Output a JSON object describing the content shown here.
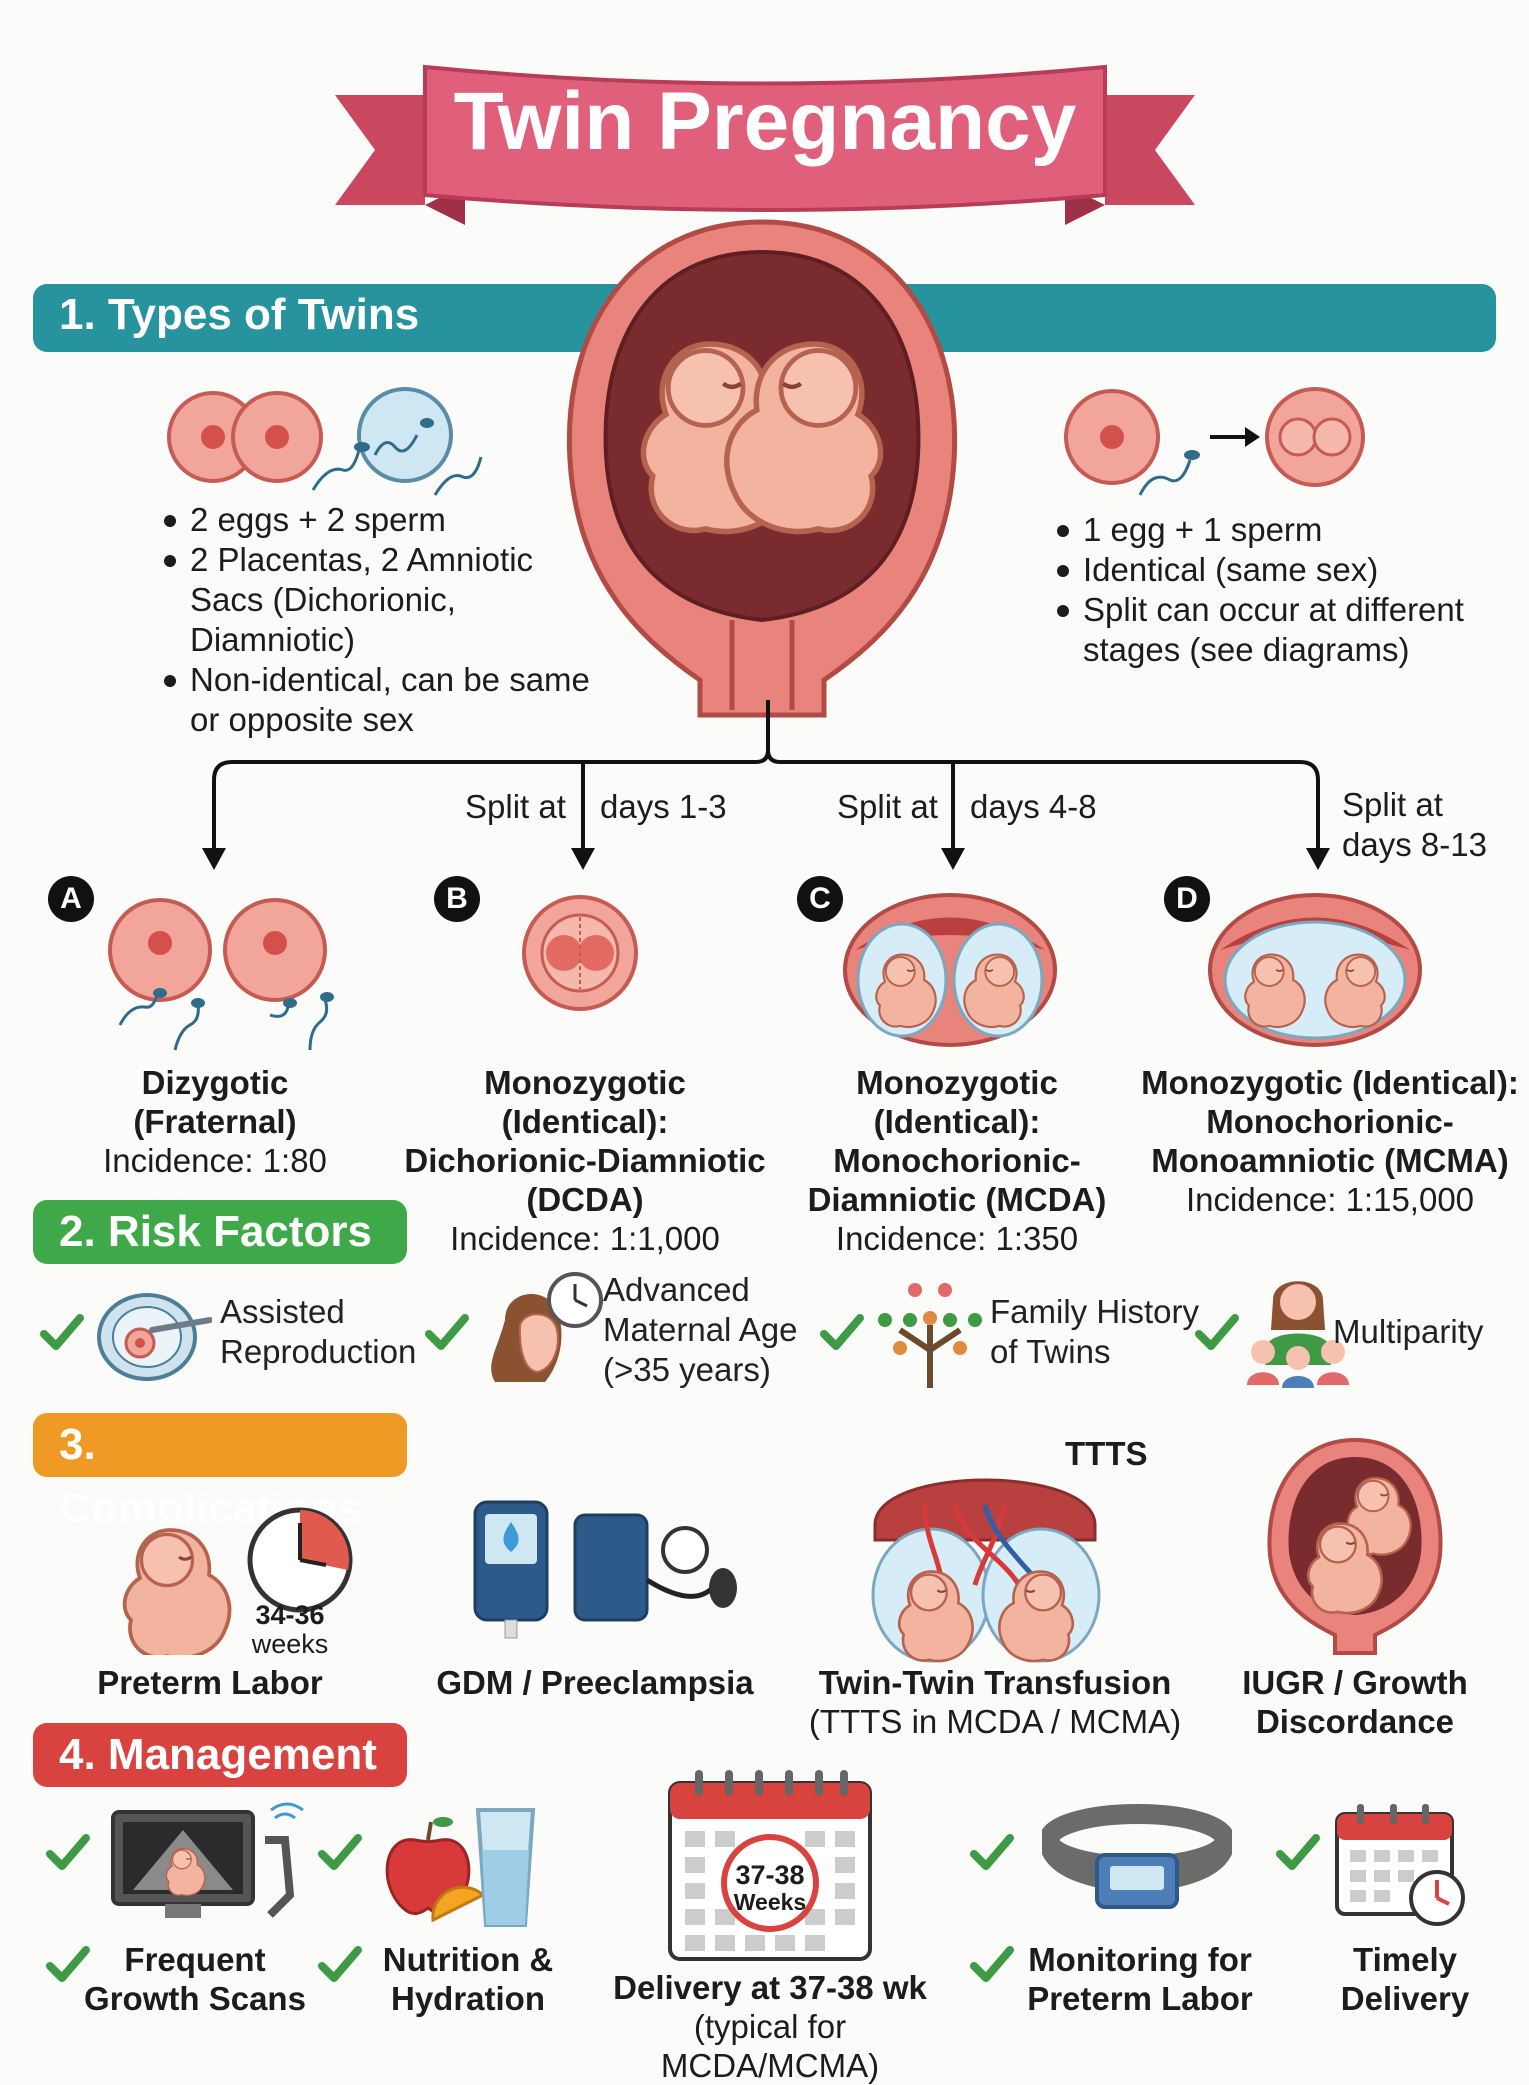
{
  "title": "Twin Pregnancy",
  "colors": {
    "banner": "#e0607c",
    "teal": "#27939c",
    "green": "#3fa94a",
    "orange": "#ef9a25",
    "red": "#d8423f",
    "check": "#3e9a45",
    "skin": "#f3b49f",
    "uterus": "#e8847c"
  },
  "sections": {
    "types": "1. Types of Twins",
    "risk": "2. Risk Factors",
    "complications": "3. Complications",
    "management": "4. Management"
  },
  "left_bullets": [
    "2 eggs + 2 sperm",
    "2 Placentas, 2 Amniotic Sacs (Dichorionic, Diamniotic)",
    "Non-identical, can be same or opposite sex"
  ],
  "right_bullets": [
    "1 egg + 1 sperm",
    "Identical (same sex)",
    "Split can occur at different stages (see diagrams)"
  ],
  "splits": {
    "b_pre": "Split at",
    "b_days": "days 1-3",
    "c_pre": "Split at",
    "c_days": "days 4-8",
    "d_line1": "Split at",
    "d_line2": "days 8-13"
  },
  "types": [
    {
      "letter": "A",
      "line1": "Dizygotic",
      "line2": "(Fraternal)",
      "line3": "",
      "incidence": "Incidence: 1:80"
    },
    {
      "letter": "B",
      "line1": "Monozygotic (Identical):",
      "line2": "Dichorionic-Diamniotic",
      "line3": "(DCDA)",
      "incidence": "Incidence: 1:1,000"
    },
    {
      "letter": "C",
      "line1": "Monozygotic (Identical):",
      "line2": "Monochorionic-",
      "line3": "Diamniotic (MCDA)",
      "incidence": "Incidence: 1:350"
    },
    {
      "letter": "D",
      "line1": "Monozygotic (Identical):",
      "line2": "Monochorionic-",
      "line3": "Monoamniotic (MCMA)",
      "incidence": "Incidence: 1:15,000"
    }
  ],
  "risk_factors": [
    {
      "line1": "Assisted",
      "line2": "Reproduction",
      "line3": "",
      "icon": "ivf-dish-icon"
    },
    {
      "line1": "Advanced",
      "line2": "Maternal Age",
      "line3": "(>35 years)",
      "icon": "woman-clock-icon"
    },
    {
      "line1": "Family History",
      "line2": "of Twins",
      "line3": "",
      "icon": "family-tree-icon"
    },
    {
      "line1": "Multiparity",
      "line2": "",
      "line3": "",
      "icon": "mother-children-icon"
    }
  ],
  "complications": [
    {
      "label": "Preterm Labor",
      "sub": "",
      "note1": "34-36",
      "note2": "weeks",
      "icon": "fetus-clock-icon"
    },
    {
      "label": "GDM / Preeclampsia",
      "sub": "",
      "icon": "glucometer-bp-cuff-icon"
    },
    {
      "label": "Twin-Twin Transfusion",
      "sub": "(TTTS in MCDA / MCMA)",
      "tag": "TTTS",
      "icon": "placenta-vessels-icon"
    },
    {
      "label": "IUGR / Growth",
      "sub": "Discordance",
      "icon": "uterus-twins-icon"
    }
  ],
  "management": [
    {
      "line1": "Frequent",
      "line2": "Growth Scans",
      "icon": "ultrasound-icon"
    },
    {
      "line1": "Nutrition &",
      "line2": "Hydration",
      "icon": "apple-water-icon"
    },
    {
      "line1": "Delivery at 37-38 wk",
      "line2": "(typical for MCDA/MCMA)",
      "cal1": "37-38",
      "cal2": "Weeks",
      "icon": "calendar-icon"
    },
    {
      "line1": "Monitoring for",
      "line2": "Preterm Labor",
      "icon": "fetal-monitor-belt-icon"
    },
    {
      "line1": "Timely",
      "line2": "Delivery",
      "icon": "calendar-clock-icon"
    }
  ]
}
